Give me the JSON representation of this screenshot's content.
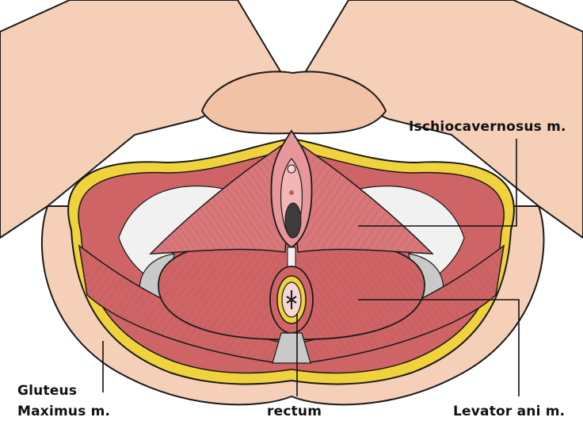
{
  "labels": {
    "ischiocavernosus": "Ischiocavernosus m.",
    "gluteus_line1": "Gluteus",
    "gluteus_line2": "Maximus m.",
    "rectum": "rectum",
    "levator_ani": "Levator ani m."
  },
  "colors": {
    "skin": "#f6cfb8",
    "skin_dark": "#e7b397",
    "outline": "#1a1a1a",
    "muscle": "#cf6467",
    "muscle_dark": "#a84349",
    "muscle_light": "#e7969a",
    "fat": "#efd23c",
    "bone": "#c9c9c9",
    "tendon": "#f1f1f1"
  }
}
